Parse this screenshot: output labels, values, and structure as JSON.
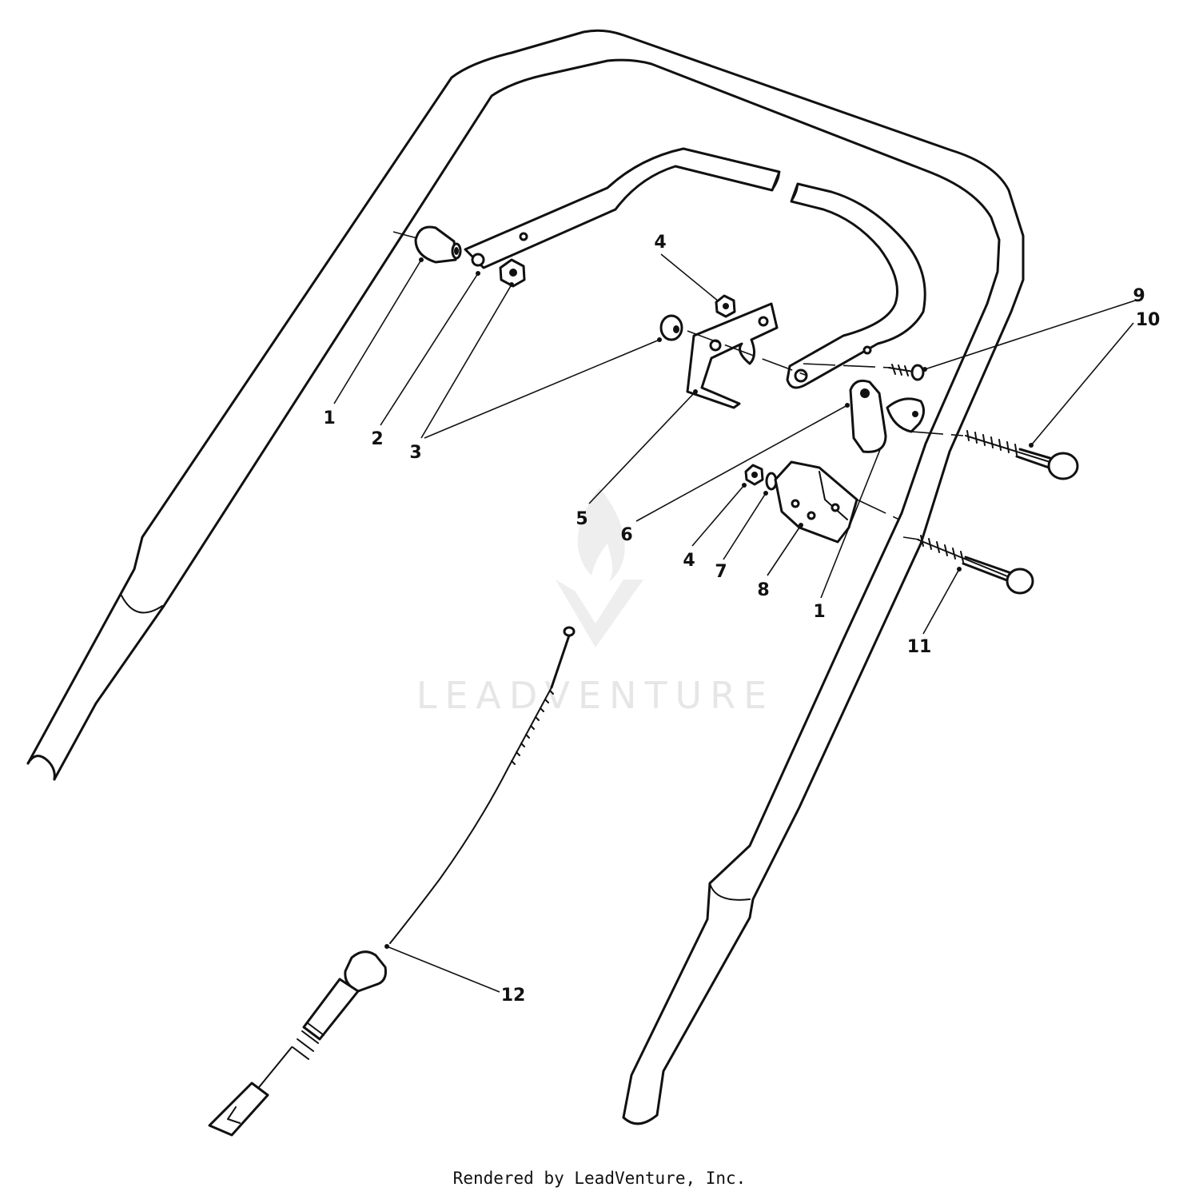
{
  "callouts": {
    "c1a": "1",
    "c2": "2",
    "c3": "3",
    "c4a": "4",
    "c5": "5",
    "c6": "6",
    "c4b": "4",
    "c7": "7",
    "c8": "8",
    "c1b": "1",
    "c9": "9",
    "c10": "10",
    "c11": "11",
    "c12": "12"
  },
  "watermark": {
    "text": "LEADVENTURE"
  },
  "footer": {
    "text": "Rendered by LeadVenture, Inc."
  }
}
